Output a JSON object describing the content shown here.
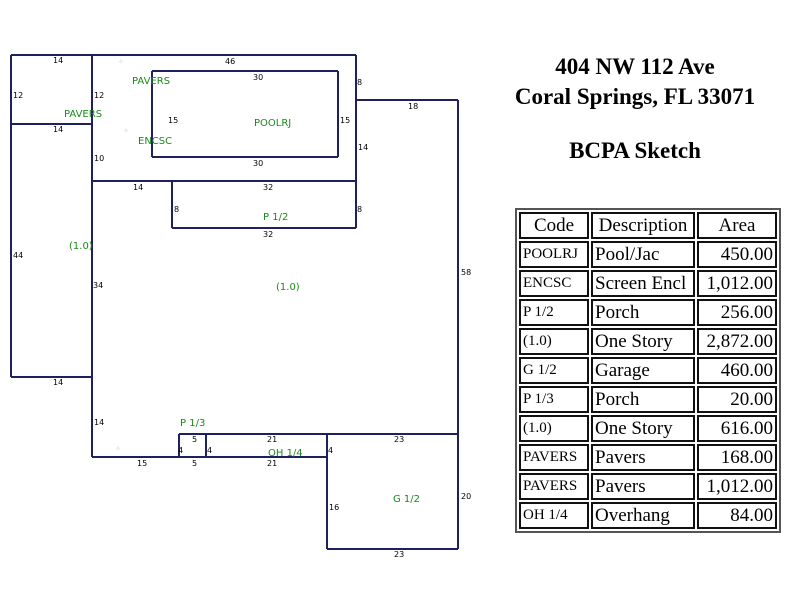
{
  "header": {
    "address_line1": "404 NW 112 Ave",
    "address_line2": "Coral Springs, FL 33071",
    "subtitle": "BCPA Sketch"
  },
  "table": {
    "headers": [
      "Code",
      "Description",
      "Area"
    ],
    "rows": [
      {
        "code": "POOLRJ",
        "description": "Pool/Jac",
        "area": "450.00"
      },
      {
        "code": "ENCSC",
        "description": "Screen Encl",
        "area": "1,012.00"
      },
      {
        "code": "P 1/2",
        "description": "Porch",
        "area": "256.00"
      },
      {
        "code": "(1.0)",
        "description": "One Story",
        "area": "2,872.00"
      },
      {
        "code": "G 1/2",
        "description": "Garage",
        "area": "460.00"
      },
      {
        "code": "P 1/3",
        "description": "Porch",
        "area": "20.00"
      },
      {
        "code": "(1.0)",
        "description": "One Story",
        "area": "616.00"
      },
      {
        "code": "PAVERS",
        "description": "Pavers",
        "area": "168.00"
      },
      {
        "code": "PAVERS",
        "description": "Pavers",
        "area": "1,012.00"
      },
      {
        "code": "OH 1/4",
        "description": "Overhang",
        "area": "84.00"
      }
    ]
  },
  "sketch": {
    "area_labels": {
      "pavers_top": "PAVERS",
      "pavers_left": "PAVERS",
      "encsc": "ENCSC",
      "poolrj": "POOLRJ",
      "p_half": "P 1/2",
      "one_story_left": "(1.0)",
      "one_story_main": "(1.0)",
      "p_third": "P 1/3",
      "oh_quarter": "OH 1/4",
      "g_half": "G 1/2"
    },
    "dimensions": {
      "d14_top_left": "14",
      "d46_top": "46",
      "d12_left_outer": "12",
      "d12_left_inner": "12",
      "d14_pavers_bottom": "14",
      "d30_pool_top": "30",
      "d15_pool_left": "15",
      "d15_pool_right": "15",
      "d30_pool_bottom": "30",
      "d8_top_right": "8",
      "d18_step": "18",
      "d14_encl_right": "14",
      "d10_left": "10",
      "d14_mid": "14",
      "d32_porch_top": "32",
      "d8_porch_left": "8",
      "d8_porch_right": "8",
      "d32_porch_bottom": "32",
      "d44_left": "44",
      "d34_inner": "34",
      "d58_right": "58",
      "d14_lower_left": "14",
      "d14_lower_inner": "14",
      "d5_p3_top": "5",
      "d4_p3_left": "4",
      "d4_p3_right": "4",
      "d5_p3_bottom": "5",
      "d15_bottom": "15",
      "d21_oh_top": "21",
      "d21_oh_bottom": "21",
      "d4_oh_right": "4",
      "d23_garage_top": "23",
      "d16_garage_left": "16",
      "d20_garage_right": "20",
      "d23_garage_bottom": "23"
    },
    "watermarks": {
      "m1": "✧",
      "m2": "✧",
      "m3": "✧"
    }
  }
}
